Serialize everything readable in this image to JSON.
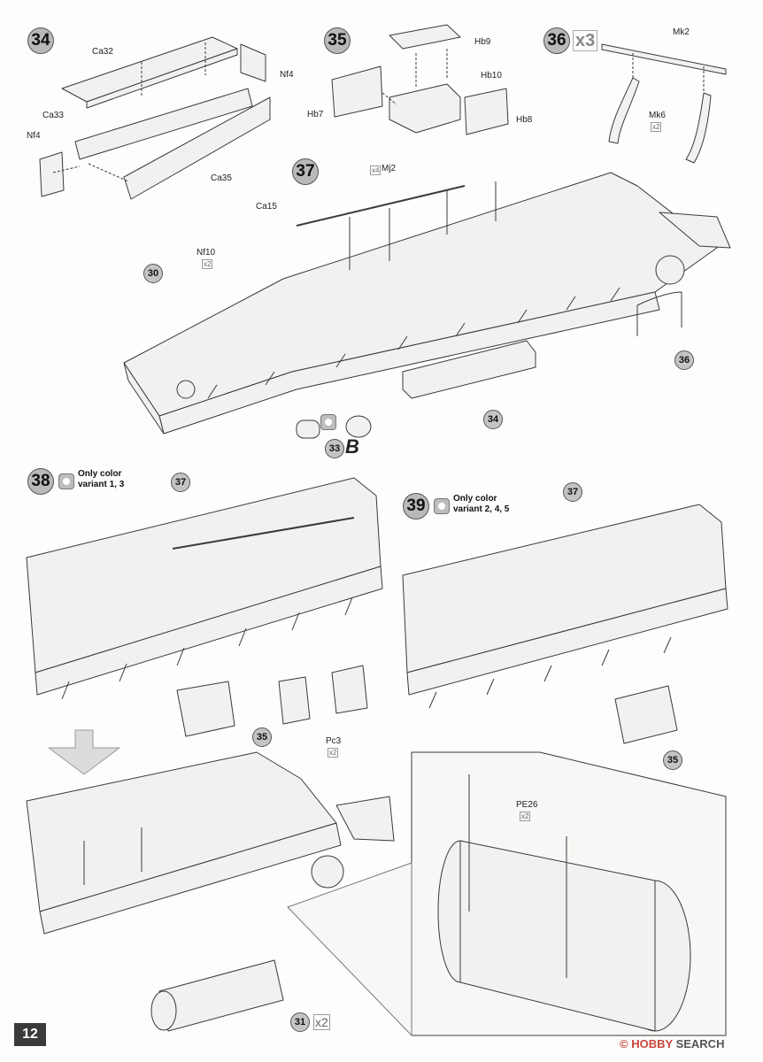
{
  "page_number": "12",
  "watermark": {
    "brand": "HOBBY",
    "suffix": "SEARCH",
    "symbol": "©"
  },
  "steps": {
    "s34": {
      "number": "34"
    },
    "s35": {
      "number": "35"
    },
    "s36": {
      "number": "36",
      "quantity": "x3"
    },
    "s37": {
      "number": "37"
    },
    "s38": {
      "number": "38",
      "note_line1": "Only color",
      "note_line2": "variant 1, 3"
    },
    "s39": {
      "number": "39",
      "note_line1": "Only color",
      "note_line2": "variant 2, 4, 5"
    }
  },
  "parts": {
    "ca32": "Ca32",
    "nf4a": "Nf4",
    "ca33": "Ca33",
    "nf4b": "Nf4",
    "ca35": "Ca35",
    "hb9": "Hb9",
    "hb10": "Hb10",
    "hb7": "Hb7",
    "hb8": "Hb8",
    "mk2": "Mk2",
    "mk6": "Mk6",
    "mk6_qty": "x2",
    "mj2": "Mj2",
    "mj2_qty": "x4",
    "ca15": "Ca15",
    "nf10": "Nf10",
    "nf10_qty": "x2",
    "pc3": "Pc3",
    "pc3_qty": "x2",
    "pe26": "PE26",
    "pe26_qty": "x2"
  },
  "refs": {
    "r30": "30",
    "r36": "36",
    "r34": "34",
    "r33": "33",
    "r33_suffix": "B",
    "r37a": "37",
    "r35a": "35",
    "r37b": "37",
    "r35b": "35",
    "r31": "31",
    "r31_qty": "x2"
  }
}
